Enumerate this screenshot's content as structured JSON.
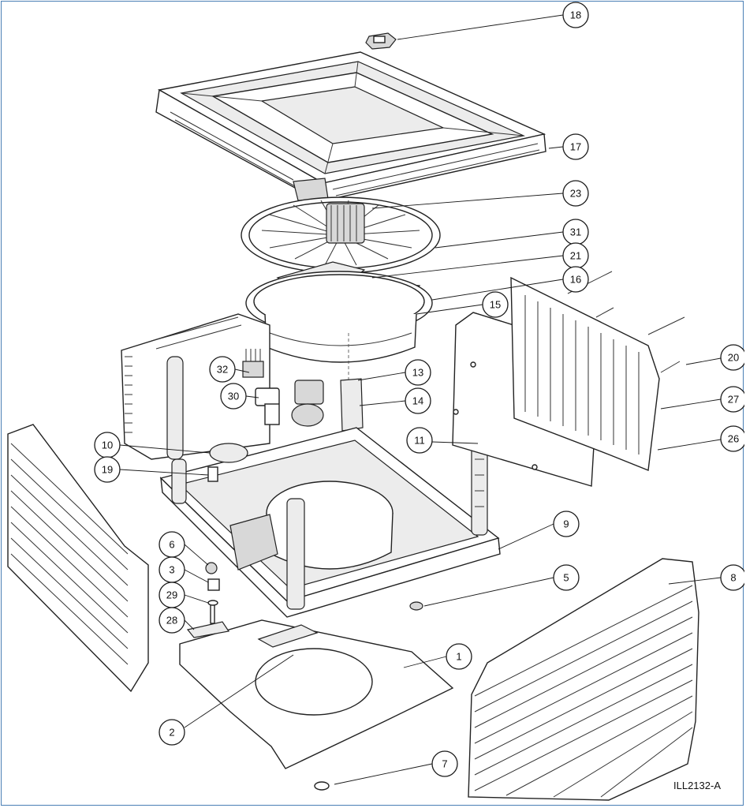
{
  "drawing_code": "ILL2132-A",
  "callouts": [
    {
      "label": "18"
    },
    {
      "label": "17"
    },
    {
      "label": "23"
    },
    {
      "label": "31"
    },
    {
      "label": "21"
    },
    {
      "label": "16"
    },
    {
      "label": "15"
    },
    {
      "label": "20"
    },
    {
      "label": "32"
    },
    {
      "label": "13"
    },
    {
      "label": "30"
    },
    {
      "label": "14"
    },
    {
      "label": "27"
    },
    {
      "label": "11"
    },
    {
      "label": "26"
    },
    {
      "label": "10"
    },
    {
      "label": "19"
    },
    {
      "label": "9"
    },
    {
      "label": "6"
    },
    {
      "label": "3"
    },
    {
      "label": "5"
    },
    {
      "label": "8"
    },
    {
      "label": "29"
    },
    {
      "label": "28"
    },
    {
      "label": "1"
    },
    {
      "label": "2"
    },
    {
      "label": "7"
    }
  ]
}
